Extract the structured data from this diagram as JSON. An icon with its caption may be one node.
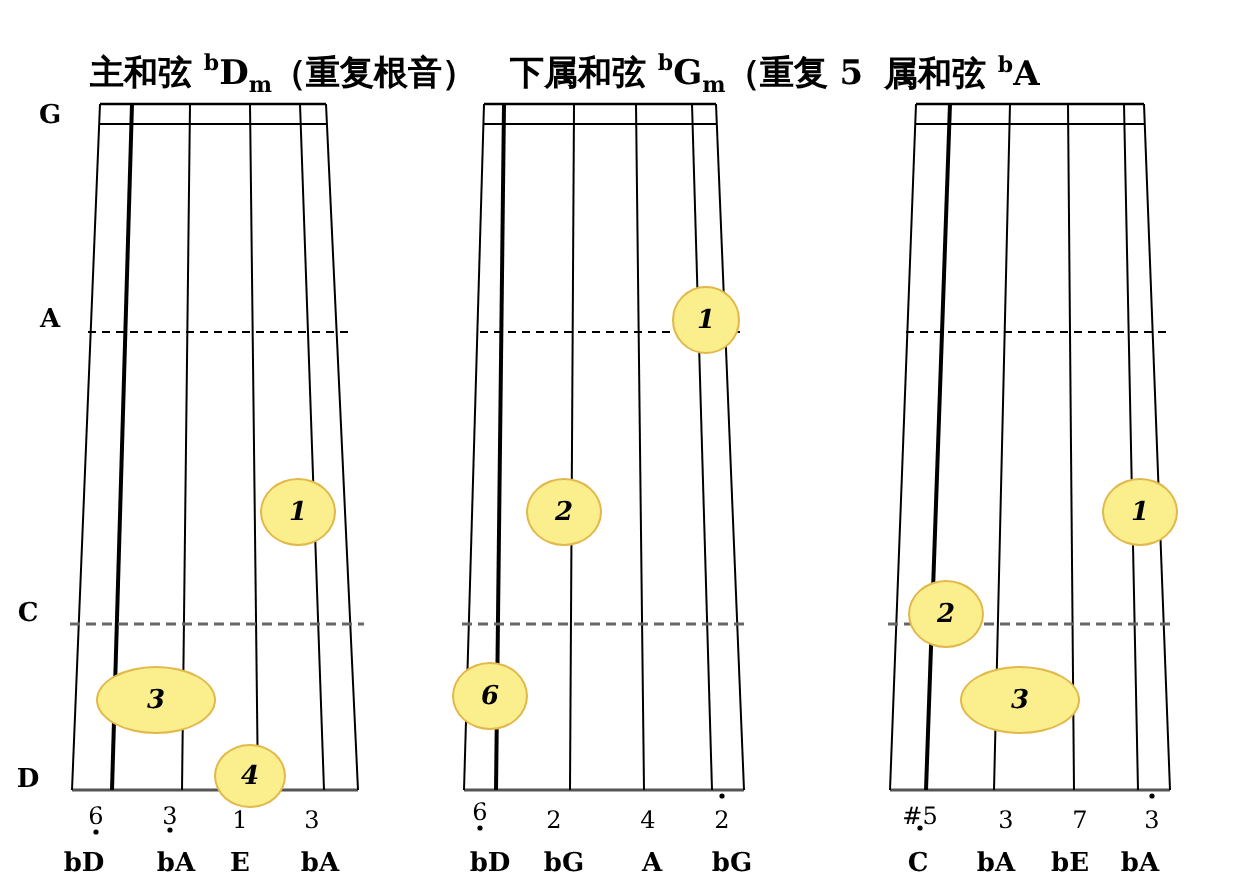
{
  "diagram": {
    "nodes": [
      {
        "text": [
          "1"
        ]
      },
      {
        "text": [
          "3"
        ]
      },
      {
        "text": [
          "4"
        ]
      },
      {
        "text": [
          "1"
        ]
      },
      {
        "text": [
          "2"
        ]
      },
      {
        "text": [
          "6"
        ]
      },
      {
        "text": [
          "1"
        ]
      },
      {
        "text": [
          "2"
        ]
      },
      {
        "text": [
          "3"
        ]
      }
    ],
    "labels": [
      "主和弦 $^{b}$D$_{m}$（重复根音）",
      "下属和弦 $^{b}$G$_{m}$（重复 5",
      "属和弦 $^{b}$A",
      "G",
      "A",
      "C",
      "D",
      "6",
      "3",
      "1",
      "3",
      "6",
      "2",
      "4",
      "2",
      "#5",
      "3",
      "7",
      "3",
      "bD",
      "bA",
      "E",
      "bA",
      "bD",
      "bG",
      "A",
      "bG",
      "C",
      "bA",
      "bE",
      "bA"
    ]
  }
}
